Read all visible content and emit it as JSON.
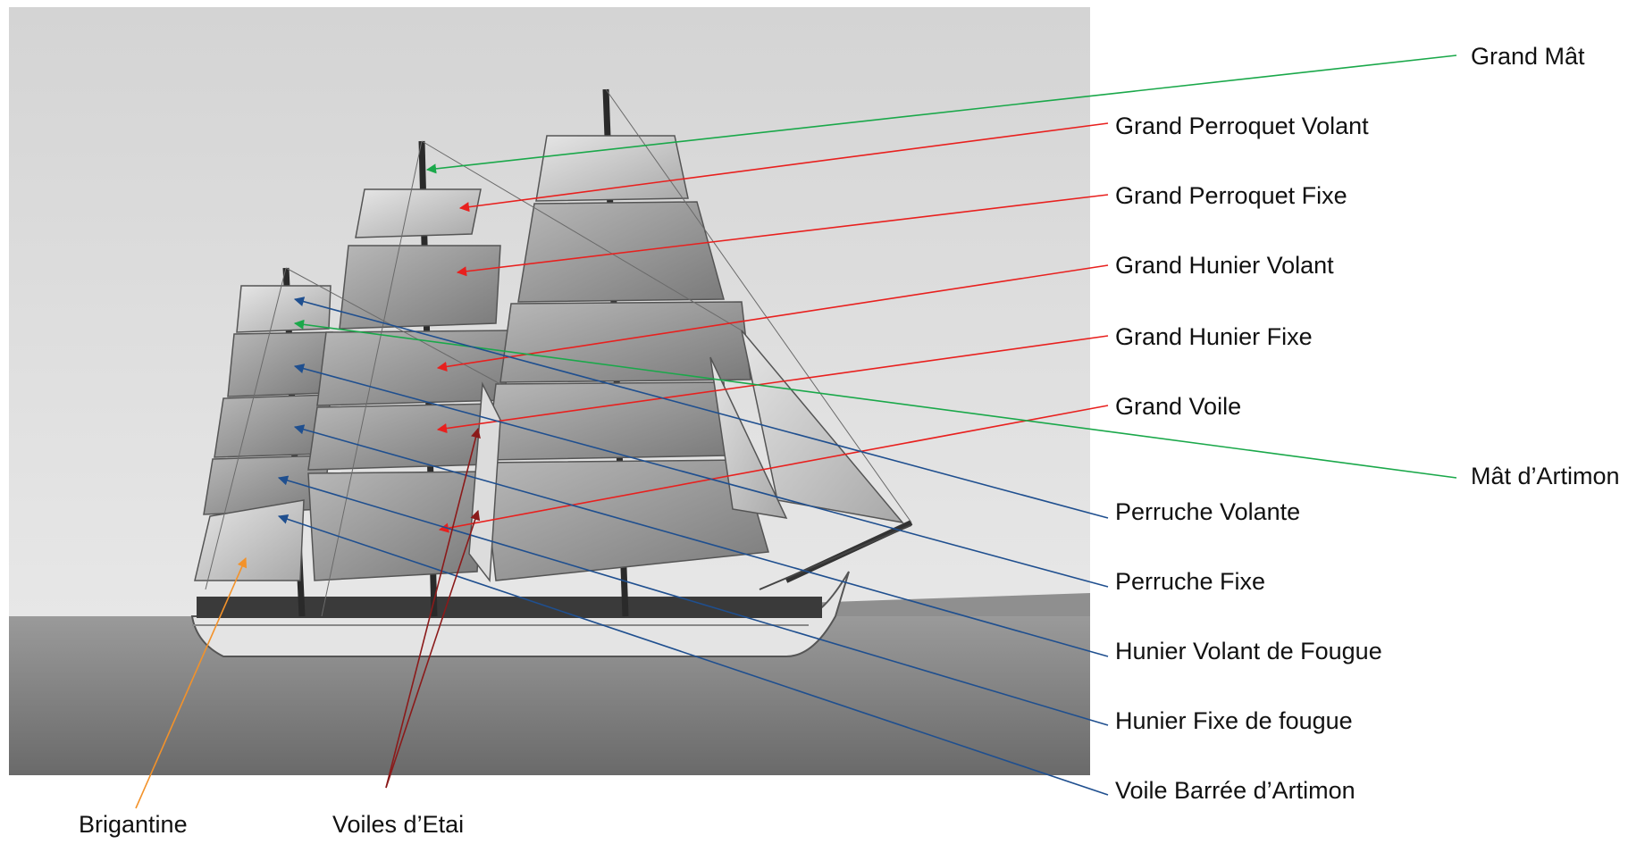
{
  "labels": {
    "grand_mat": "Grand Mât",
    "grand_perroquet_volant": "Grand Perroquet Volant",
    "grand_perroquet_fixe": "Grand Perroquet Fixe",
    "grand_hunier_volant": "Grand Hunier Volant",
    "grand_hunier_fixe": "Grand Hunier Fixe",
    "grand_voile": "Grand Voile",
    "mat_artimon": "Mât d’Artimon",
    "perruche_volante": "Perruche Volante",
    "perruche_fixe": "Perruche Fixe",
    "hunier_volant_fougue": "Hunier Volant de Fougue",
    "hunier_fixe_fougue": "Hunier Fixe de fougue",
    "voile_barree_artimon": "Voile Barrée d’Artimon",
    "brigantine": "Brigantine",
    "voiles_etai": "Voiles d’Etai"
  },
  "colors": {
    "mast_line": "#1aa84a",
    "main_sail_line": "#e8201e",
    "mizzen_sail_line": "#1f4f8f",
    "brigantine_line": "#f3922a",
    "staysail_line": "#8b1a1a",
    "label_text": "#111111"
  }
}
